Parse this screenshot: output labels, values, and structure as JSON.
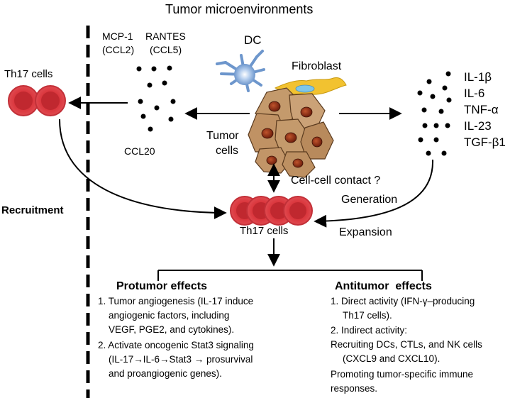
{
  "title": "Tumor microenvironments",
  "chemokines": {
    "mcp1_name": "MCP-1",
    "mcp1_ccl": "(CCL2)",
    "rantes_name": "RANTES",
    "rantes_ccl": "(CCL5)",
    "ccl20": "CCL20"
  },
  "cells": {
    "dc": "DC",
    "fibroblast": "Fibroblast",
    "tumor_line1": "Tumor",
    "tumor_line2": "cells",
    "th17_left": "Th17 cells",
    "th17_center": "Th17 cells"
  },
  "cytokines": [
    "IL-1β",
    "IL-6",
    "TNF-α",
    "IL-23",
    "TGF-β1"
  ],
  "labels": {
    "recruitment": "Recruitment",
    "contact": "Cell-cell contact ?",
    "generation": "Generation",
    "expansion": "Expansion"
  },
  "protumor": {
    "heading": "Protumor effects",
    "lines": [
      "1. Tumor angiogenesis (IL-17 induce",
      "angiogenic factors, including",
      "VEGF, PGE2, and cytokines).",
      "2. Activate oncogenic Stat3 signaling",
      "(IL-17→IL-6→Stat3 → prosurvival",
      "and proangiogenic genes)."
    ]
  },
  "antitumor": {
    "heading": "Antitumor  effects",
    "lines": [
      "1. Direct activity (IFN-γ–producing",
      "Th17 cells).",
      "2. Indirect activity:",
      "Recruiting DCs, CTLs, and NK cells",
      "(CXCL9 and CXCL10).",
      "Promoting tumor-specific immune",
      "responses."
    ]
  },
  "colors": {
    "th17_fill": "#d9333a",
    "th17_inner": "#c0282f",
    "tumor_fill": "#c49a6c",
    "tumor_nucleus": "#8b2a14",
    "dc_color": "#7fa7d6",
    "fibroblast_fill": "#f2c230",
    "fibroblast_nucleus": "#7fc6e8"
  }
}
